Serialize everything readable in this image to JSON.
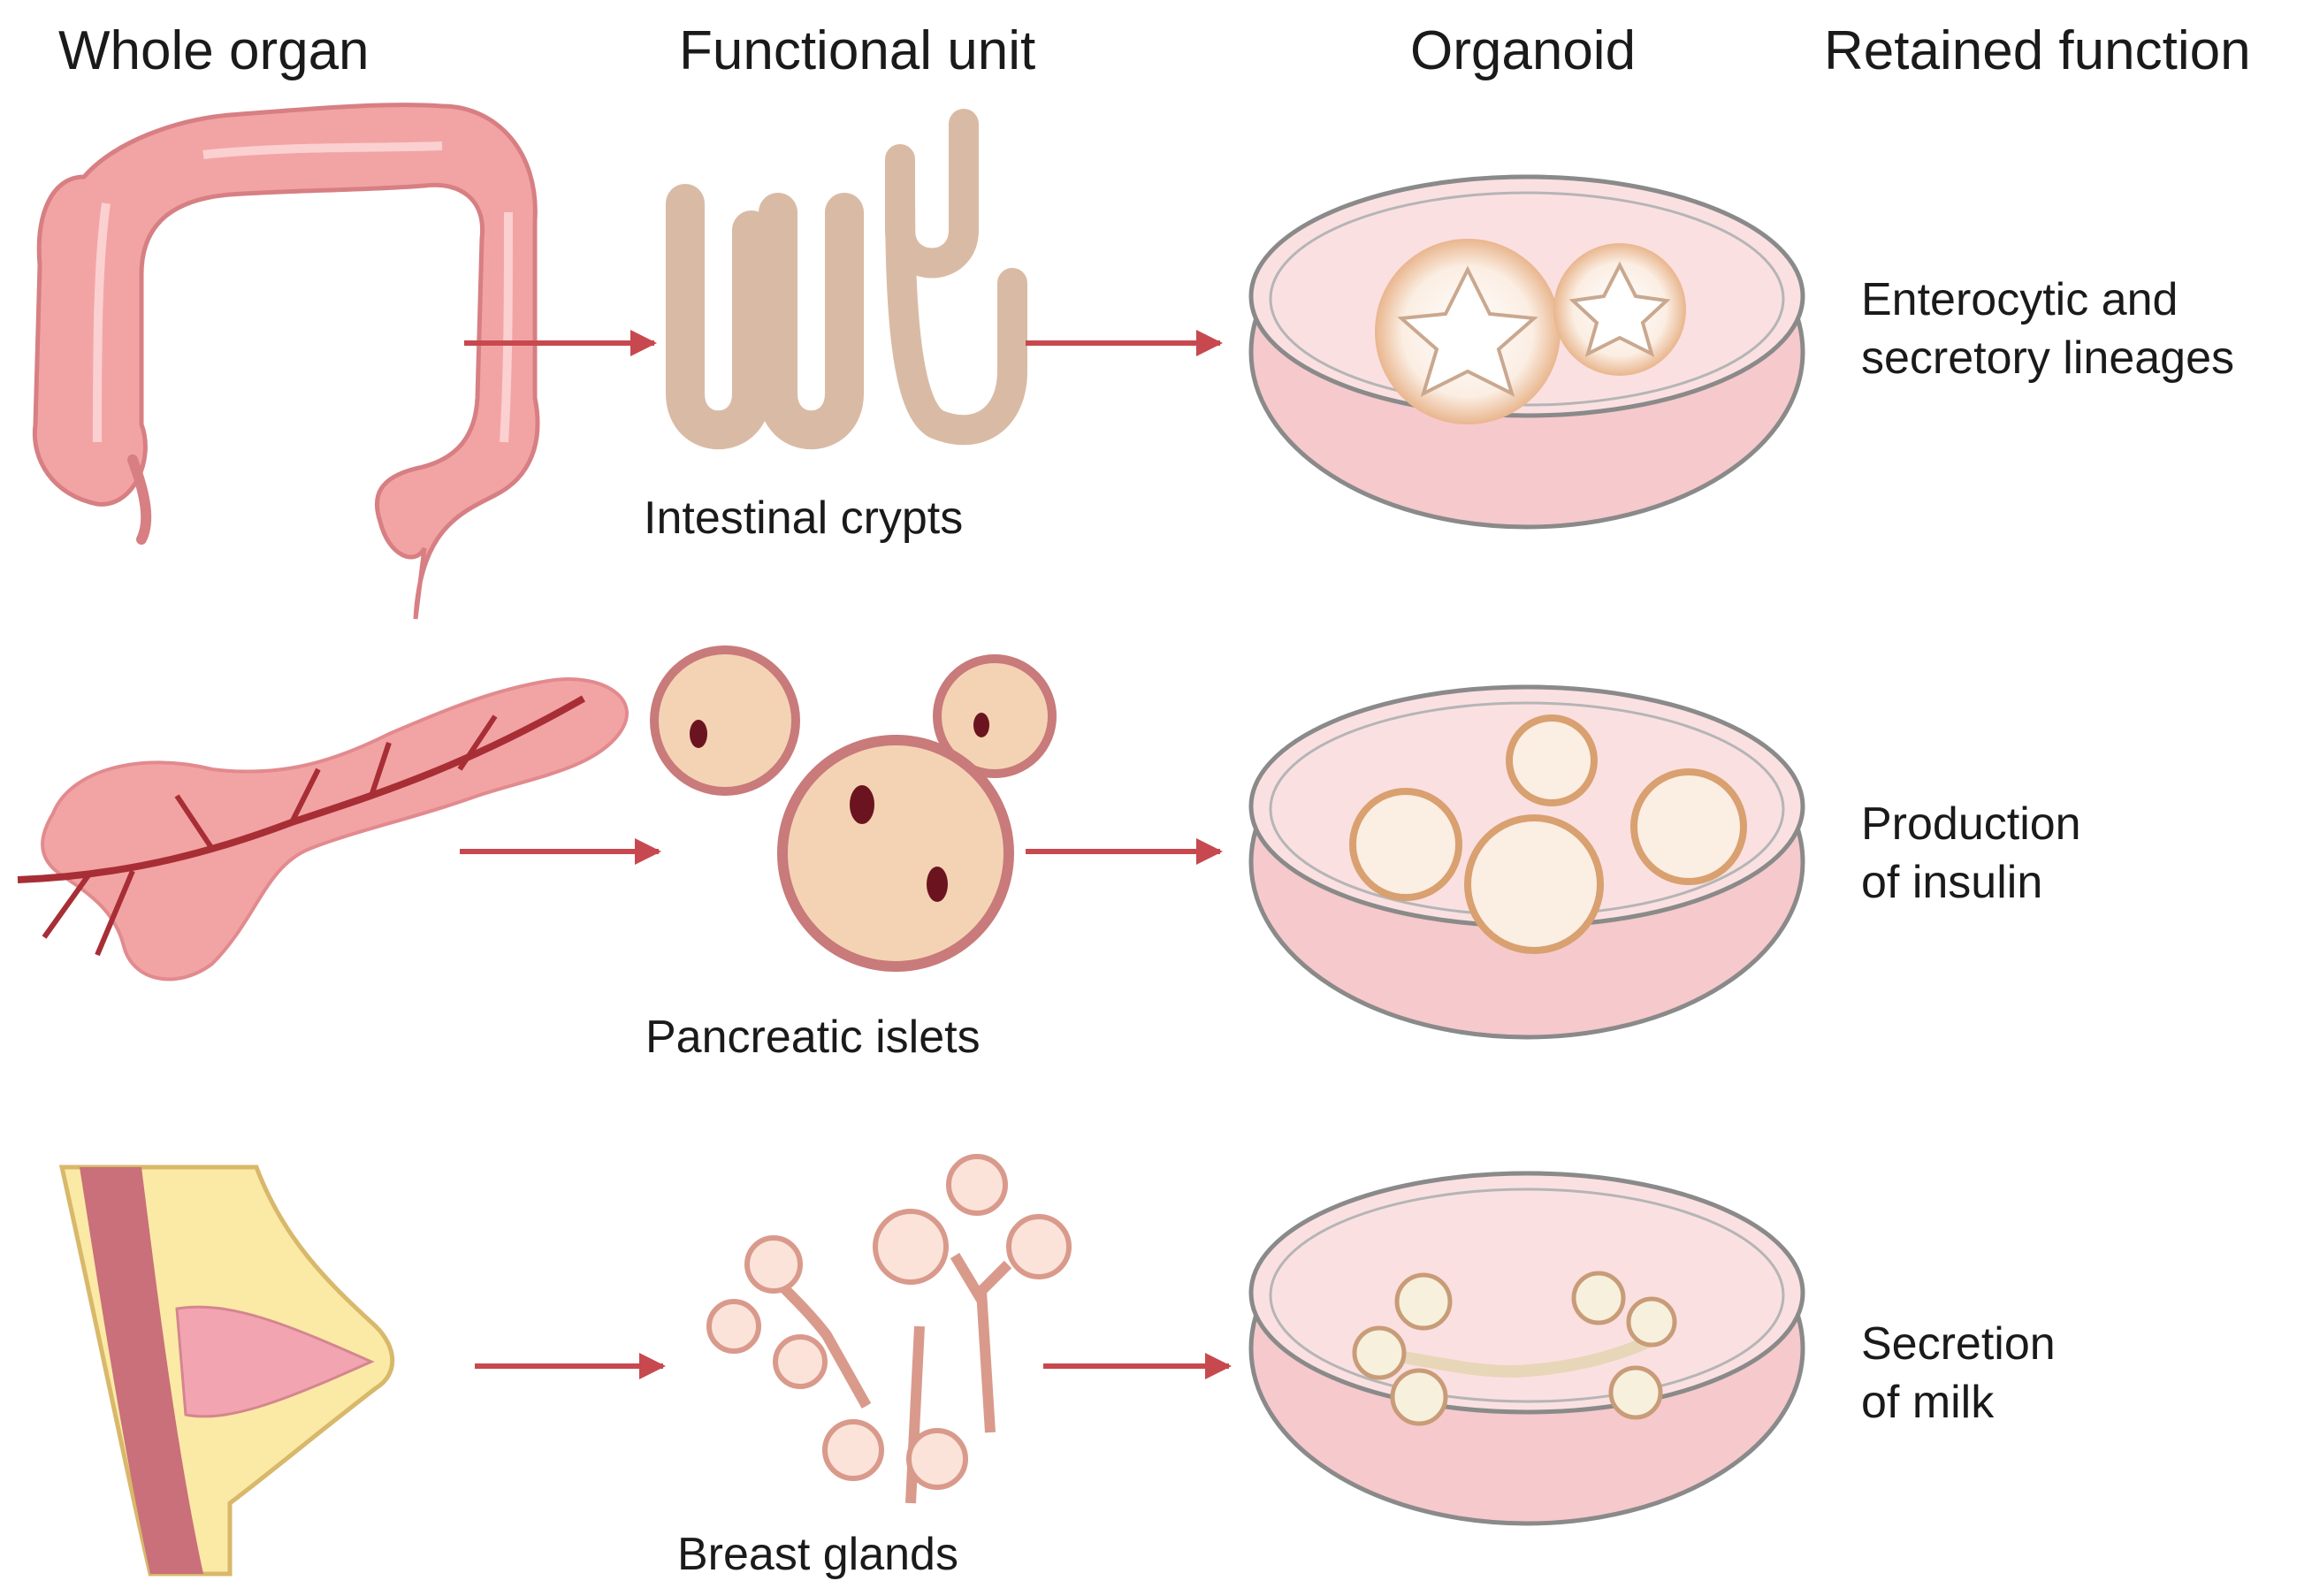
{
  "headers": {
    "whole_organ": "Whole organ",
    "functional_unit": "Functional unit",
    "organoid": "Organoid",
    "retained_function": "Retained function"
  },
  "rows": [
    {
      "organ_icon": "colon-illustration",
      "unit_label": "Intestinal crypts",
      "organoid_icon": "intestinal-organoid",
      "function_lines": [
        "Enterocytic and",
        "secretory lineages"
      ]
    },
    {
      "organ_icon": "pancreas-illustration",
      "unit_label": "Pancreatic islets",
      "organoid_icon": "pancreatic-organoid",
      "function_lines": [
        "Production",
        "of insulin"
      ]
    },
    {
      "organ_icon": "breast-illustration",
      "unit_label": "Breast glands",
      "organoid_icon": "mammary-organoid",
      "function_lines": [
        "Secretion",
        "of milk"
      ]
    }
  ],
  "colors": {
    "arrow": "#c7494f",
    "organ_pink": "#f2a4a4",
    "dish_medium": "#f6c9cc",
    "crypt": "#d9bba5",
    "organoid_fill": "#fbeee3",
    "organoid_edge": "#d9a070"
  }
}
